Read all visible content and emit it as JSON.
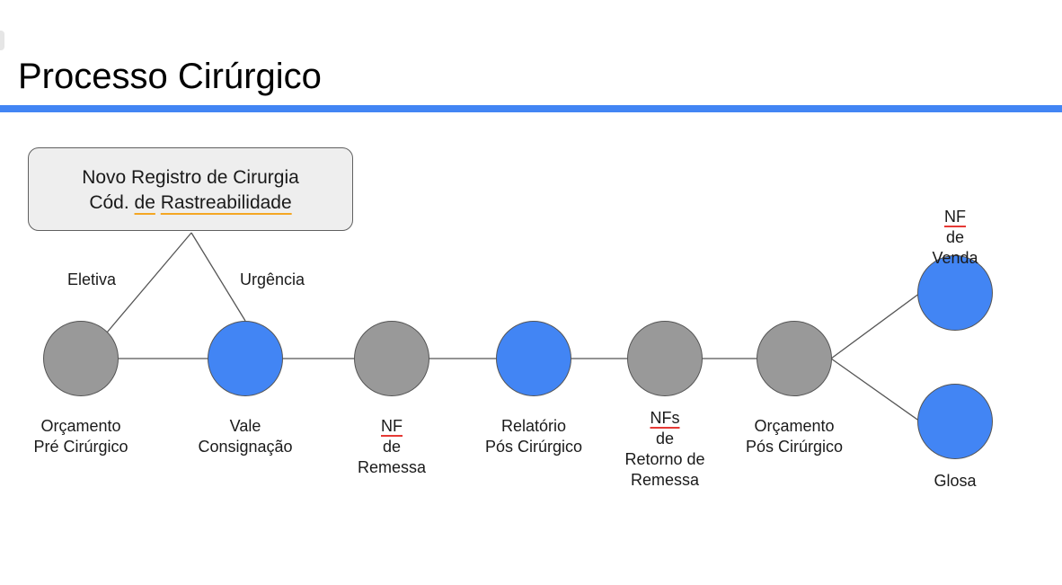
{
  "title": "Processo Cirúrgico",
  "colors": {
    "accent_rule": "#4285f4",
    "node_blue": "#4285f4",
    "node_gray": "#999999",
    "box_fill": "#eeeeee",
    "spell_orange": "#f4a623",
    "spell_red": "#e53935"
  },
  "register_box": {
    "line1": "Novo Registro de Cirurgia",
    "line2_prefix": "Cód.",
    "line2_de": "de",
    "line2_word": "Rastreabilidade"
  },
  "edge_labels": {
    "eletiva": "Eletiva",
    "urgencia": "Urgência"
  },
  "nodes": [
    {
      "id": "orcamento-pre",
      "color": "gray",
      "label1": "Orçamento",
      "label2": "Pré Cirúrgico"
    },
    {
      "id": "vale-consignacao",
      "color": "blue",
      "label1": "Vale",
      "label2": "Consignação"
    },
    {
      "id": "nf-remessa",
      "color": "gray",
      "label1_a": "NF",
      "label1_b": " de",
      "label2": "Remessa"
    },
    {
      "id": "relatorio-pos",
      "color": "blue",
      "label1": "Relatório",
      "label2": "Pós Cirúrgico"
    },
    {
      "id": "nfs-retorno",
      "color": "gray",
      "label1_a": "NFs",
      "label1_b": " de",
      "label2": "Retorno de",
      "label3": "Remessa"
    },
    {
      "id": "orcamento-pos",
      "color": "gray",
      "label1": "Orçamento",
      "label2": "Pós Cirúrgico"
    },
    {
      "id": "nf-venda",
      "color": "blue",
      "label1_a": "NF",
      "label1_b": " de",
      "label2": "Venda"
    },
    {
      "id": "glosa",
      "color": "blue",
      "label1": "Glosa"
    }
  ]
}
